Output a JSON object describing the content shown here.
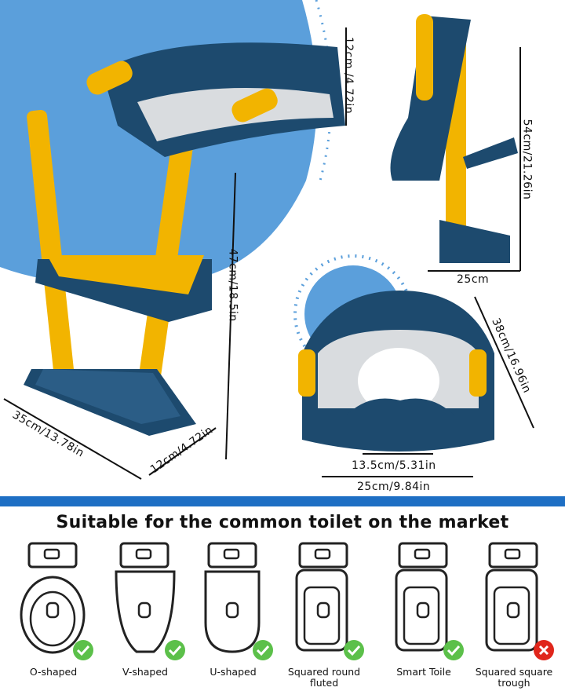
{
  "dimensions": {
    "seat_height": "12cm /4.72in",
    "ladder_height": "47cm/18.5in",
    "base_depth": "35cm/13.78in",
    "step_width": "12cm/4.72in",
    "side_height": "54cm/21.26in",
    "side_depth": "25cm",
    "seat_depth": "38cm/16.96in",
    "hole_width": "13.5cm/5.31in",
    "seat_width": "25cm/9.84in"
  },
  "colors": {
    "navy": "#1d4a6e",
    "yellow": "#f2b400",
    "blue_bg": "#5b9fdb",
    "band": "#1e6fc4",
    "ok": "#5cc04a",
    "no": "#e0261b"
  },
  "section_title": "Suitable for the common toilet on the market",
  "toilets": [
    {
      "label": "O-shaped",
      "status": "check-icon"
    },
    {
      "label": "V-shaped",
      "status": "check-icon"
    },
    {
      "label": "U-shaped",
      "status": "check-icon"
    },
    {
      "label": "Squared round fluted",
      "status": "check-icon"
    },
    {
      "label": "Smart Toile",
      "status": "check-icon"
    },
    {
      "label": "Squared square trough",
      "status": "cross-icon"
    }
  ]
}
